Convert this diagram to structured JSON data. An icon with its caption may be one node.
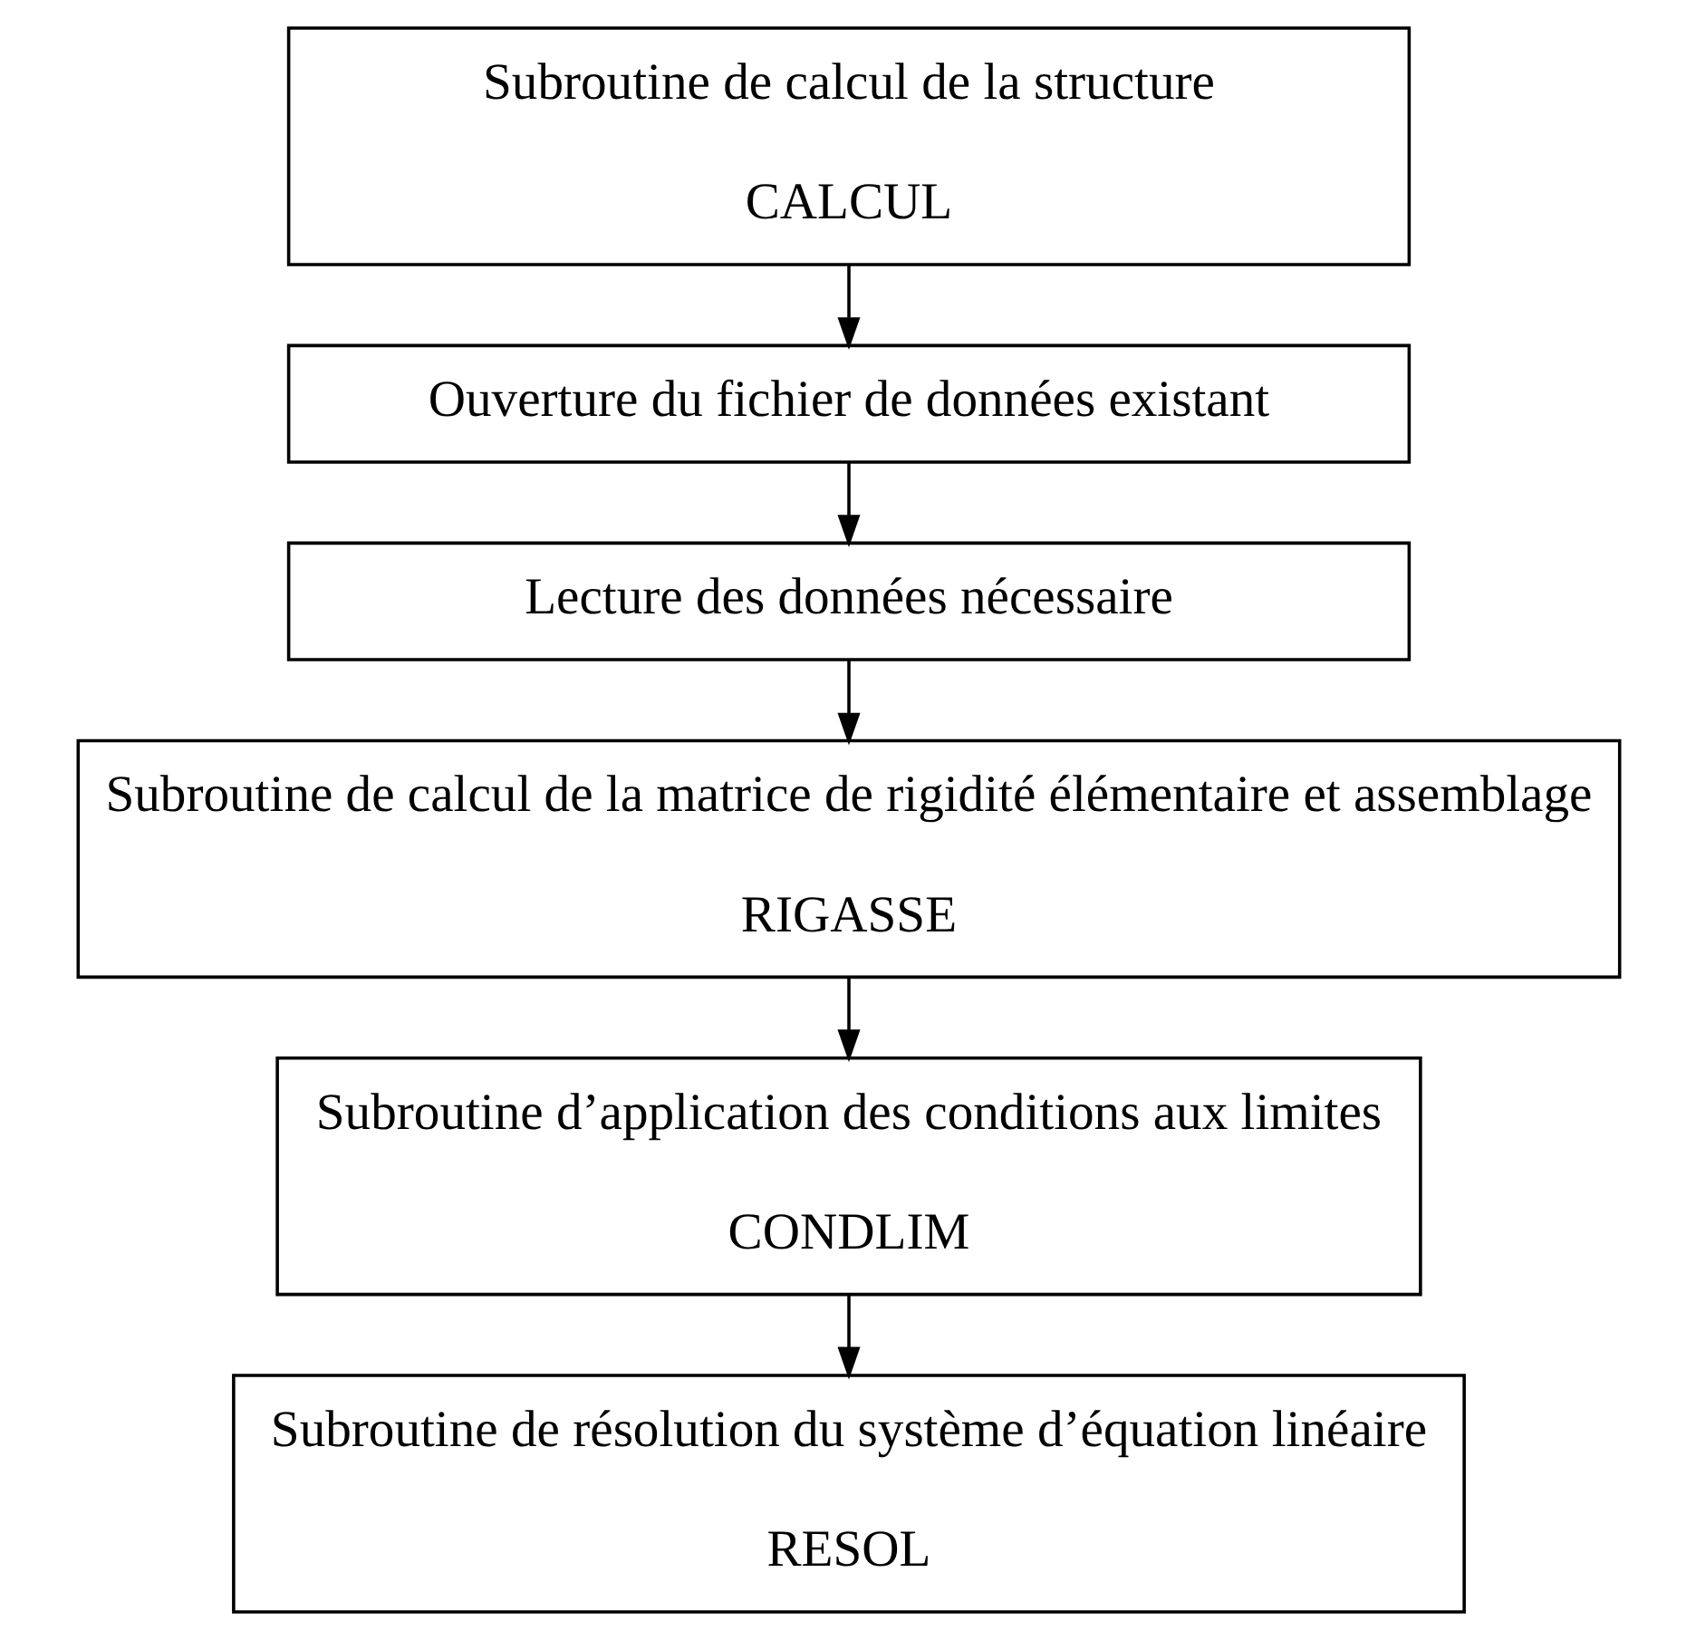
{
  "diagram": {
    "nodes": [
      {
        "text": [
          "Subroutine de calcul de la structure",
          "CALCUL"
        ]
      },
      {
        "text": [
          "Ouverture du fichier de données existant"
        ]
      },
      {
        "text": [
          "Lecture des données nécessaire"
        ]
      },
      {
        "text": [
          "Subroutine de calcul de la matrice de rigidité élémentaire et assemblage",
          "RIGASSE"
        ]
      },
      {
        "text": [
          "Subroutine d’application des conditions aux limites",
          "CONDLIM"
        ]
      },
      {
        "text": [
          "Subroutine de résolution du système d’équation linéaire",
          "RESOL"
        ]
      }
    ],
    "edges": [
      {
        "from": 0,
        "to": 1,
        "arrow": "to"
      },
      {
        "from": 1,
        "to": 2,
        "arrow": "to"
      },
      {
        "from": 2,
        "to": 3,
        "arrow": "to"
      },
      {
        "from": 3,
        "to": 4,
        "arrow": "to"
      },
      {
        "from": 4,
        "to": 5,
        "arrow": "to"
      }
    ]
  }
}
